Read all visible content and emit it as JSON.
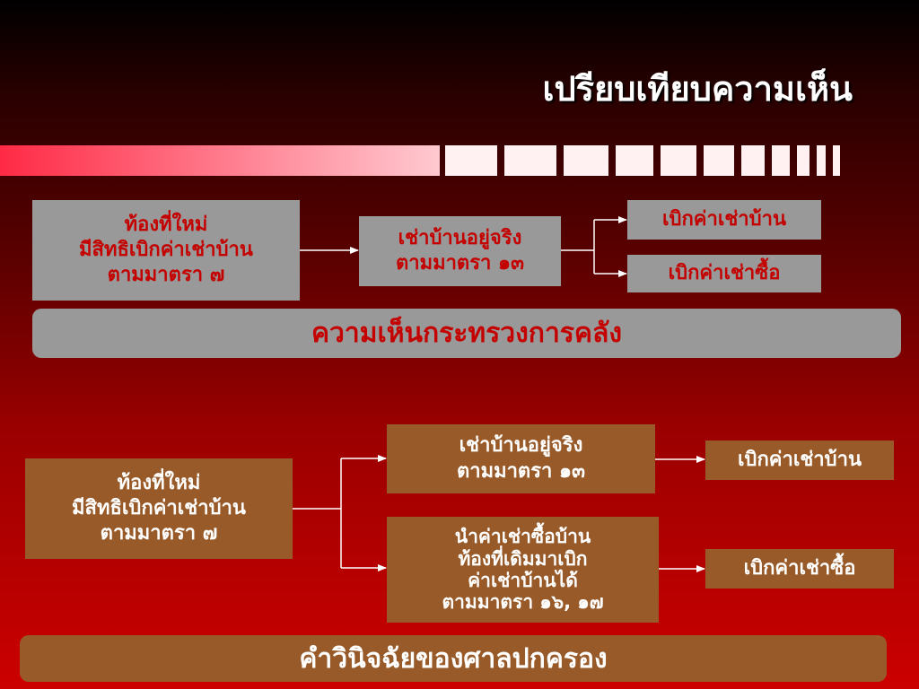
{
  "title": "เปรียบเทียบความเห็น",
  "section1": {
    "left_box": [
      "ท้องที่ใหม่",
      "มีสิทธิเบิกค่าเช่าบ้าน",
      "ตามมาตรา ๗"
    ],
    "middle_box": [
      "เช่าบ้านอยู่จริง",
      "ตามมาตรา ๑๓"
    ],
    "right_top": "เบิกค่าเช่าบ้าน",
    "right_bottom": "เบิกค่าเช่าซื้อ",
    "banner": "ความเห็นกระทรวงการคลัง"
  },
  "section2": {
    "left_box": [
      "ท้องที่ใหม่",
      "มีสิทธิเบิกค่าเช่าบ้าน",
      "ตามมาตรา ๗"
    ],
    "top_box": [
      "เช่าบ้านอยู่จริง",
      "ตามมาตรา ๑๓"
    ],
    "bottom_box": [
      "นำค่าเช่าซื้อบ้าน",
      "ท้องที่เดิมมาเบิก",
      "ค่าเช่าบ้านได้",
      "ตามมาตรา ๑๖, ๑๗"
    ],
    "right_top": "เบิกค่าเช่าบ้าน",
    "right_bottom": "เบิกค่าเช่าซื้อ",
    "banner": "คำวินิจฉัยของศาลปกครอง"
  },
  "colors": {
    "gray_box": "#999999",
    "gray_text": "#c40000",
    "brown_box": "#985a28",
    "connector": "#ffffff"
  }
}
